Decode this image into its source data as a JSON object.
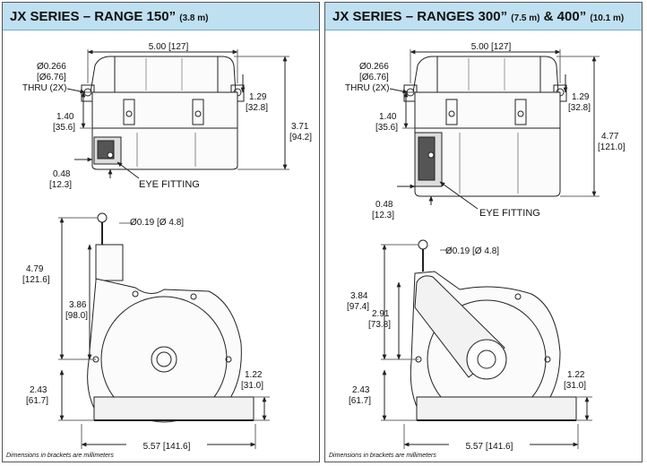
{
  "left": {
    "title": "JX SERIES – RANGE 150”",
    "title_sub": "(3.8 m)",
    "dims": {
      "width_top": "5.00 [127]",
      "hole_1": "Ø0.266",
      "hole_2": "[Ø6.76]",
      "hole_3": "THRU (2X)",
      "h129_a": "1.29",
      "h129_b": "[32.8]",
      "h140_a": "1.40",
      "h140_b": "[35.6]",
      "h_total_a": "3.71",
      "h_total_b": "[94.2]",
      "h048_a": "0.48",
      "h048_b": "[12.3]",
      "eye": "EYE FITTING",
      "eye_dia": "Ø0.19 [Ø 4.8]",
      "h479_a": "4.79",
      "h479_b": "[121.6]",
      "h386_a": "3.86",
      "h386_b": "[98.0]",
      "h122_a": "1.22",
      "h122_b": "[31.0]",
      "h243_a": "2.43",
      "h243_b": "[61.7]",
      "width_bottom": "5.57 [141.6]"
    },
    "footnote": "Dimensions in brackets are millimeters"
  },
  "right": {
    "title": "JX SERIES – RANGES 300”",
    "title_sub1": "(7.5 m)",
    "title_mid": "& 400”",
    "title_sub2": "(10.1 m)",
    "dims": {
      "width_top": "5.00 [127]",
      "hole_1": "Ø0.266",
      "hole_2": "[Ø6.76]",
      "hole_3": "THRU (2X)",
      "h129_a": "1.29",
      "h129_b": "[32.8]",
      "h140_a": "1.40",
      "h140_b": "[35.6]",
      "h_total_a": "4.77",
      "h_total_b": "[121.0]",
      "h048_a": "0.48",
      "h048_b": "[12.3]",
      "eye": "EYE FITTING",
      "eye_dia": "Ø0.19 [Ø 4.8]",
      "h384_a": "3.84",
      "h384_b": "[97.4]",
      "h291_a": "2.91",
      "h291_b": "[73.8]",
      "h122_a": "1.22",
      "h122_b": "[31.0]",
      "h243_a": "2.43",
      "h243_b": "[61.7]",
      "width_bottom": "5.57 [141.6]"
    },
    "footnote": "Dimensions in brackets are millimeters"
  }
}
